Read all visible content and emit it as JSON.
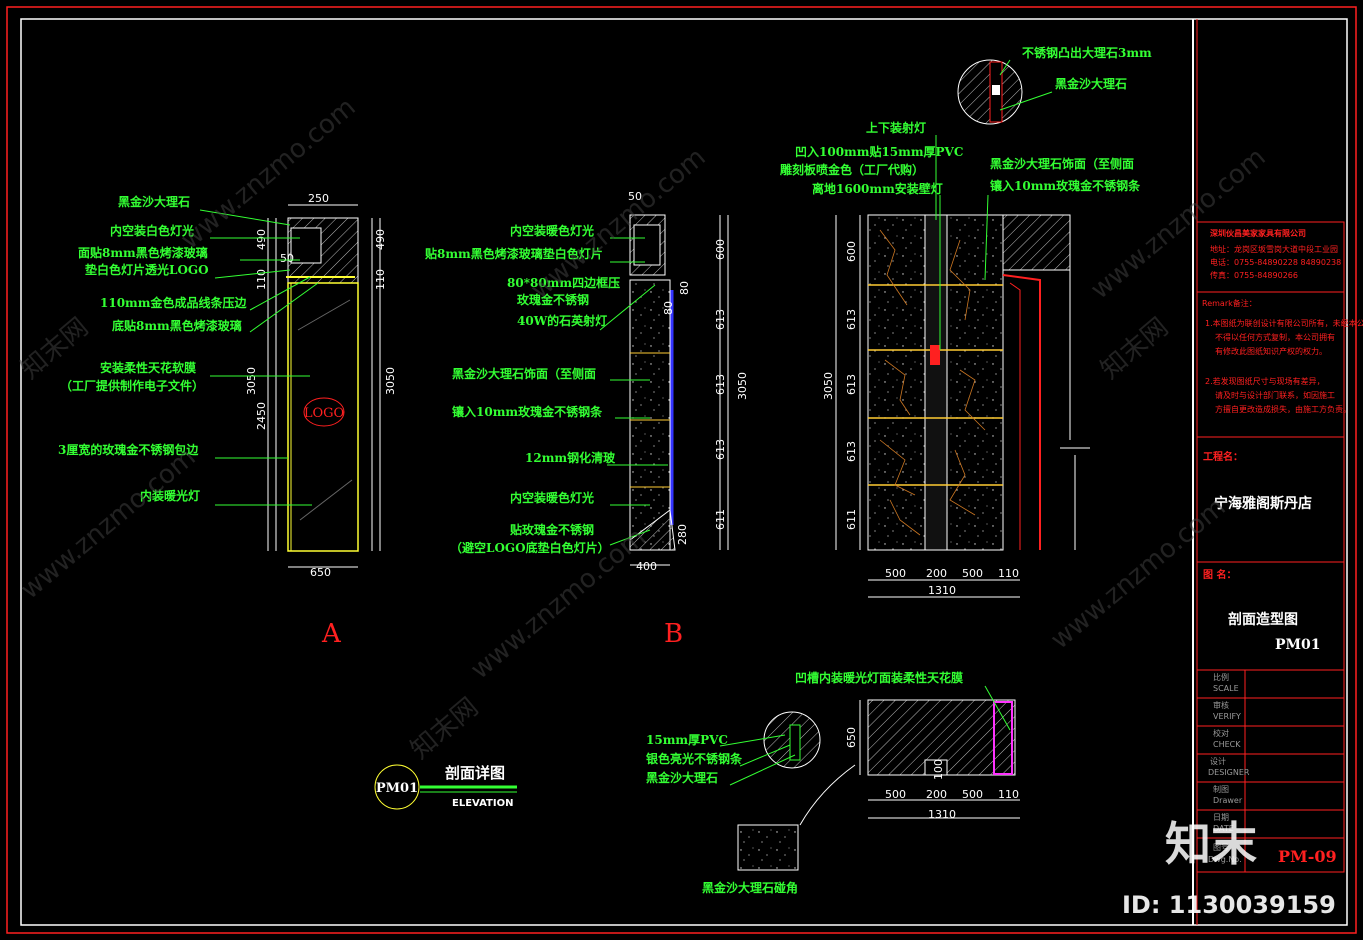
{
  "drawing": {
    "section_a_letter": "A",
    "section_b_letter": "B",
    "legend_code": "PM01",
    "legend_title": "剖面详图",
    "legend_sub": "ELEVATION",
    "logo_text": "LOGO"
  },
  "labels_a": [
    "黑金沙大理石",
    "内空装白色灯光",
    "面贴8mm黑色烤漆玻璃",
    "垫白色灯片透光LOGO",
    "110mm金色成品线条压边",
    "底贴8mm黑色烤漆玻璃",
    "安装柔性天花软膜",
    "（工厂提供制作电子文件）",
    "3厘宽的玫瑰金不锈钢包边",
    "内装暖光灯"
  ],
  "labels_b": [
    "内空装暖色灯光",
    "贴8mm黑色烤漆玻璃垫白色灯片",
    "80*80mm四边框压",
    "玫瑰金不锈钢",
    "40W的石英射灯",
    "黑金沙大理石饰面（至侧面",
    "镶入10mm玫瑰金不锈钢条",
    "12mm钢化清玻",
    "内空装暖色灯光",
    "贴玫瑰金不锈钢",
    "（避空LOGO底垫白色灯片）"
  ],
  "labels_c": [
    "不锈钢凸出大理石3mm",
    "黑金沙大理石",
    "上下装射灯",
    "凹入100mm贴15mm厚PVC",
    "雕刻板喷金色（工厂代购）",
    "离地1600mm安装壁灯",
    "黑金沙大理石饰面（至侧面",
    "镶入10mm玫瑰金不锈钢条"
  ],
  "labels_d": [
    "凹槽内装暖光灯面装柔性天花膜",
    "15mm厚PVC",
    "银色亮光不锈钢条",
    "黑金沙大理石",
    "黑金沙大理石碰角"
  ],
  "dims_a": {
    "top": "250",
    "d490l": "490",
    "d50": "50",
    "d110l": "110",
    "d3050l": "3050",
    "d2450": "2450",
    "d490r": "490",
    "d110r": "110",
    "d3050r": "3050",
    "bottom": "650"
  },
  "dims_b": {
    "top": "50",
    "d600": "600",
    "d613a": "613",
    "d613b": "613",
    "d613c": "613",
    "d611": "611",
    "d3050": "3050",
    "d80": "80",
    "d80b": "80",
    "d280": "280",
    "bottom": "400"
  },
  "dims_c": {
    "d600": "600",
    "d613a": "613",
    "d613b": "613",
    "d613c": "613",
    "d611": "611",
    "d3050": "3050",
    "b500a": "500",
    "b200": "200",
    "b500b": "500",
    "b110": "110",
    "total": "1310"
  },
  "dims_d": {
    "d650": "650",
    "d100": "100",
    "b500a": "500",
    "b200": "200",
    "b500b": "500",
    "b110": "110",
    "total": "1310"
  },
  "title_block": {
    "company": "深圳伙昌美家家具有限公司",
    "addr1": "地址：龙岗区坂雪岗大道中段工业园",
    "addr2": "电话：0755-84890228   84890238",
    "addr3": "传真：0755-84890266",
    "remark_title": "Remark备注：",
    "remark1": "1.本图纸为联创设计有限公司所有，未经本公司同意，",
    "remark2": "不得以任何方式复制，本公司拥有",
    "remark3": "有修改此图纸知识产权的权力。",
    "remark4": "2.若发现图纸尺寸与现场有差异，",
    "remark5": "请及时与设计部门联系，如因施工",
    "remark6": "方擅自更改造成损失，由施工方负责。",
    "project_label": "工程名：",
    "project_name": "宁海雅阁斯丹店",
    "drawing_label": "图  名：",
    "drawing_name": "剖面造型图",
    "drawing_code": "PM01",
    "rows": [
      {
        "cn": "比例",
        "en": "SCALE"
      },
      {
        "cn": "审核",
        "en": "VERIFY"
      },
      {
        "cn": "校对",
        "en": "CHECK"
      },
      {
        "cn": "设计",
        "en": "DESIGNER"
      },
      {
        "cn": "制图",
        "en": "Drawer"
      },
      {
        "cn": "日期",
        "en": "DATE"
      },
      {
        "cn": "图号",
        "en": "Dwg.No."
      }
    ],
    "dwg_no": "PM-09"
  },
  "watermark": {
    "brand": "知末",
    "site": "www.znzmo.com",
    "cn": "知末网",
    "id": "ID: 1130039159"
  }
}
